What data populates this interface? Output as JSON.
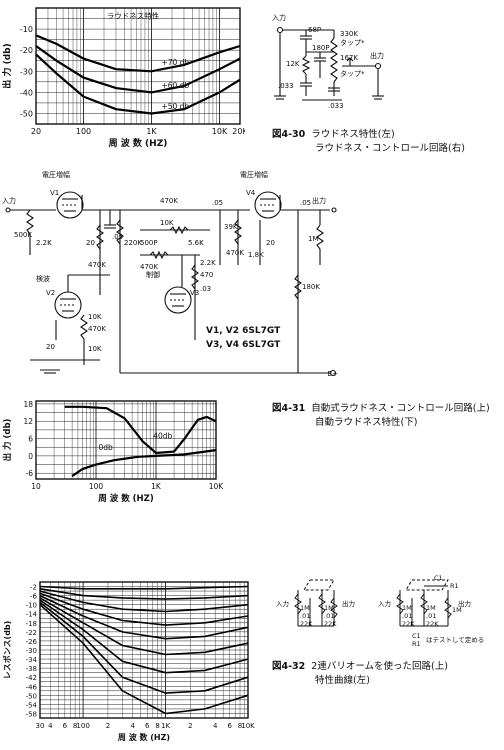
{
  "fig30": {
    "number": "図4-30",
    "caption_lines": [
      "ラウドネス特性(左)",
      "ラウドネス・コントロール回路(右)"
    ],
    "chart_data": {
      "type": "line",
      "title": "ラウドネス特性",
      "xlabel": "周 波 数 (HZ)",
      "ylabel": "出 力 (db)",
      "xscale": "log",
      "xlim": [
        20,
        20000
      ],
      "ylim": [
        -55,
        0
      ],
      "xticks": [
        "20",
        "100",
        "1K",
        "10K",
        "20K"
      ],
      "yticks": [
        "-10",
        "-20",
        "-30",
        "-40",
        "-50"
      ],
      "grid": true,
      "annotations": [
        "ラウドネス特性",
        "+70 db",
        "+60 db",
        "+50 db"
      ],
      "series": [
        {
          "name": "+70 db",
          "x": [
            20,
            40,
            100,
            300,
            1000,
            3000,
            10000,
            20000
          ],
          "y": [
            -13,
            -17,
            -24,
            -29,
            -30,
            -27,
            -21,
            -18
          ]
        },
        {
          "name": "+60 db",
          "x": [
            20,
            40,
            100,
            300,
            1000,
            3000,
            10000,
            20000
          ],
          "y": [
            -18,
            -25,
            -33,
            -38,
            -40,
            -37,
            -29,
            -24
          ]
        },
        {
          "name": "+50 db",
          "x": [
            20,
            40,
            100,
            300,
            1000,
            3000,
            10000,
            20000
          ],
          "y": [
            -22,
            -31,
            -42,
            -48,
            -50,
            -48,
            -40,
            -34
          ]
        }
      ]
    },
    "circuit": {
      "labels": [
        "入力",
        "68P",
        "330K",
        "タップ*",
        "12K",
        "180P",
        "167K",
        "タップ*",
        "出力",
        ".033",
        ".033"
      ]
    }
  },
  "fig31": {
    "number": "図4-31",
    "caption_lines": [
      "自動式ラウドネス・コントロール回路(上)",
      "自動ラウドネス特性(下)"
    ],
    "circuit": {
      "labels": [
        "電圧増幅",
        "電圧増幅",
        "V1",
        "V4",
        "V2",
        "V3",
        "入力",
        "出力",
        "500K",
        "2.2K",
        "20",
        ".05",
        "220K",
        "470K",
        "470K",
        "10K",
        "500P",
        "5.6K",
        "470K",
        "2.2K",
        "470",
        ".03",
        ".05",
        "39K",
        "470K",
        "1.8K",
        "20",
        ".05",
        "1M",
        "180K",
        "検波",
        "制御",
        "10K",
        "470K",
        "20",
        "10K",
        "B+"
      ],
      "tubes": [
        "V1, V2 6SL7GT",
        "V3, V4 6SL7GT"
      ]
    },
    "chart_data": {
      "type": "line",
      "xlabel": "周 波 数 (HZ)",
      "ylabel": "出 力 (db)",
      "xscale": "log",
      "xlim": [
        10,
        10000
      ],
      "ylim": [
        -8,
        19
      ],
      "xticks": [
        "10",
        "100",
        "1K",
        "10K"
      ],
      "yticks": [
        "18",
        "12",
        "6",
        "0",
        "-6"
      ],
      "grid": true,
      "annotations": [
        "40db",
        "0db"
      ],
      "series": [
        {
          "name": "40db",
          "x": [
            30,
            60,
            150,
            300,
            600,
            1000,
            2000,
            3000,
            5000,
            7000,
            10000
          ],
          "y": [
            17,
            17,
            16.5,
            13,
            5,
            1,
            1.5,
            6,
            12.5,
            13.5,
            12
          ]
        },
        {
          "name": "0db",
          "x": [
            40,
            60,
            100,
            200,
            500,
            1000,
            3000,
            10000
          ],
          "y": [
            -7,
            -4.5,
            -3,
            -1.5,
            -0.3,
            0,
            0.5,
            2
          ]
        }
      ]
    }
  },
  "fig32": {
    "number": "図4-32",
    "caption_lines": [
      "2連バリオームを使った回路(上)",
      "特性曲線(左)"
    ],
    "chart_data": {
      "type": "line",
      "xlabel": "周 波 数 (HZ)",
      "ylabel": "レスポンス(db)",
      "xscale": "log",
      "xlim": [
        30,
        10000
      ],
      "ylim": [
        -60,
        0
      ],
      "xticks": [
        "30",
        "4",
        "6",
        "8",
        "100",
        "2",
        "4",
        "6",
        "8",
        "1K",
        "2",
        "4",
        "6",
        "8",
        "10K"
      ],
      "yticks": [
        "-2",
        "-6",
        "-10",
        "-14",
        "-18",
        "-22",
        "-26",
        "-30",
        "-34",
        "-38",
        "-42",
        "-46",
        "-50",
        "-54",
        "-58"
      ],
      "grid": true,
      "series": [
        {
          "x": [
            30,
            100,
            300,
            1000,
            3000,
            10000
          ],
          "y": [
            -2,
            -3,
            -3,
            -3,
            -2.5,
            -2
          ]
        },
        {
          "x": [
            30,
            100,
            300,
            1000,
            3000,
            10000
          ],
          "y": [
            -3,
            -6,
            -7,
            -7.5,
            -7,
            -6
          ]
        },
        {
          "x": [
            30,
            100,
            300,
            1000,
            3000,
            10000
          ],
          "y": [
            -4,
            -9,
            -12,
            -13,
            -12,
            -10
          ]
        },
        {
          "x": [
            30,
            100,
            300,
            1000,
            3000,
            10000
          ],
          "y": [
            -5,
            -12,
            -17,
            -19,
            -18,
            -15
          ]
        },
        {
          "x": [
            30,
            100,
            300,
            1000,
            3000,
            10000
          ],
          "y": [
            -6,
            -15,
            -22,
            -25,
            -24,
            -20
          ]
        },
        {
          "x": [
            30,
            100,
            300,
            1000,
            3000,
            10000
          ],
          "y": [
            -7,
            -18,
            -28,
            -32,
            -31,
            -27
          ]
        },
        {
          "x": [
            30,
            100,
            300,
            1000,
            3000,
            10000
          ],
          "y": [
            -8,
            -21,
            -35,
            -40,
            -39,
            -34
          ]
        },
        {
          "x": [
            30,
            100,
            300,
            1000,
            3000,
            10000
          ],
          "y": [
            -9,
            -24,
            -42,
            -49,
            -48,
            -42
          ]
        },
        {
          "x": [
            30,
            100,
            300,
            1000,
            3000,
            10000
          ],
          "y": [
            -10,
            -27,
            -48,
            -58,
            -56,
            -50
          ]
        }
      ]
    },
    "circuit": {
      "labels": [
        "入力",
        "出力",
        "1M",
        ".01",
        "22K",
        "1M",
        ".01",
        "22K",
        "入力",
        "出力",
        "C1",
        "R1",
        "1M",
        ".01",
        "22K",
        "1M",
        ".01",
        "22K",
        "1M",
        "C1",
        "R1",
        "はテストして定める"
      ]
    }
  }
}
